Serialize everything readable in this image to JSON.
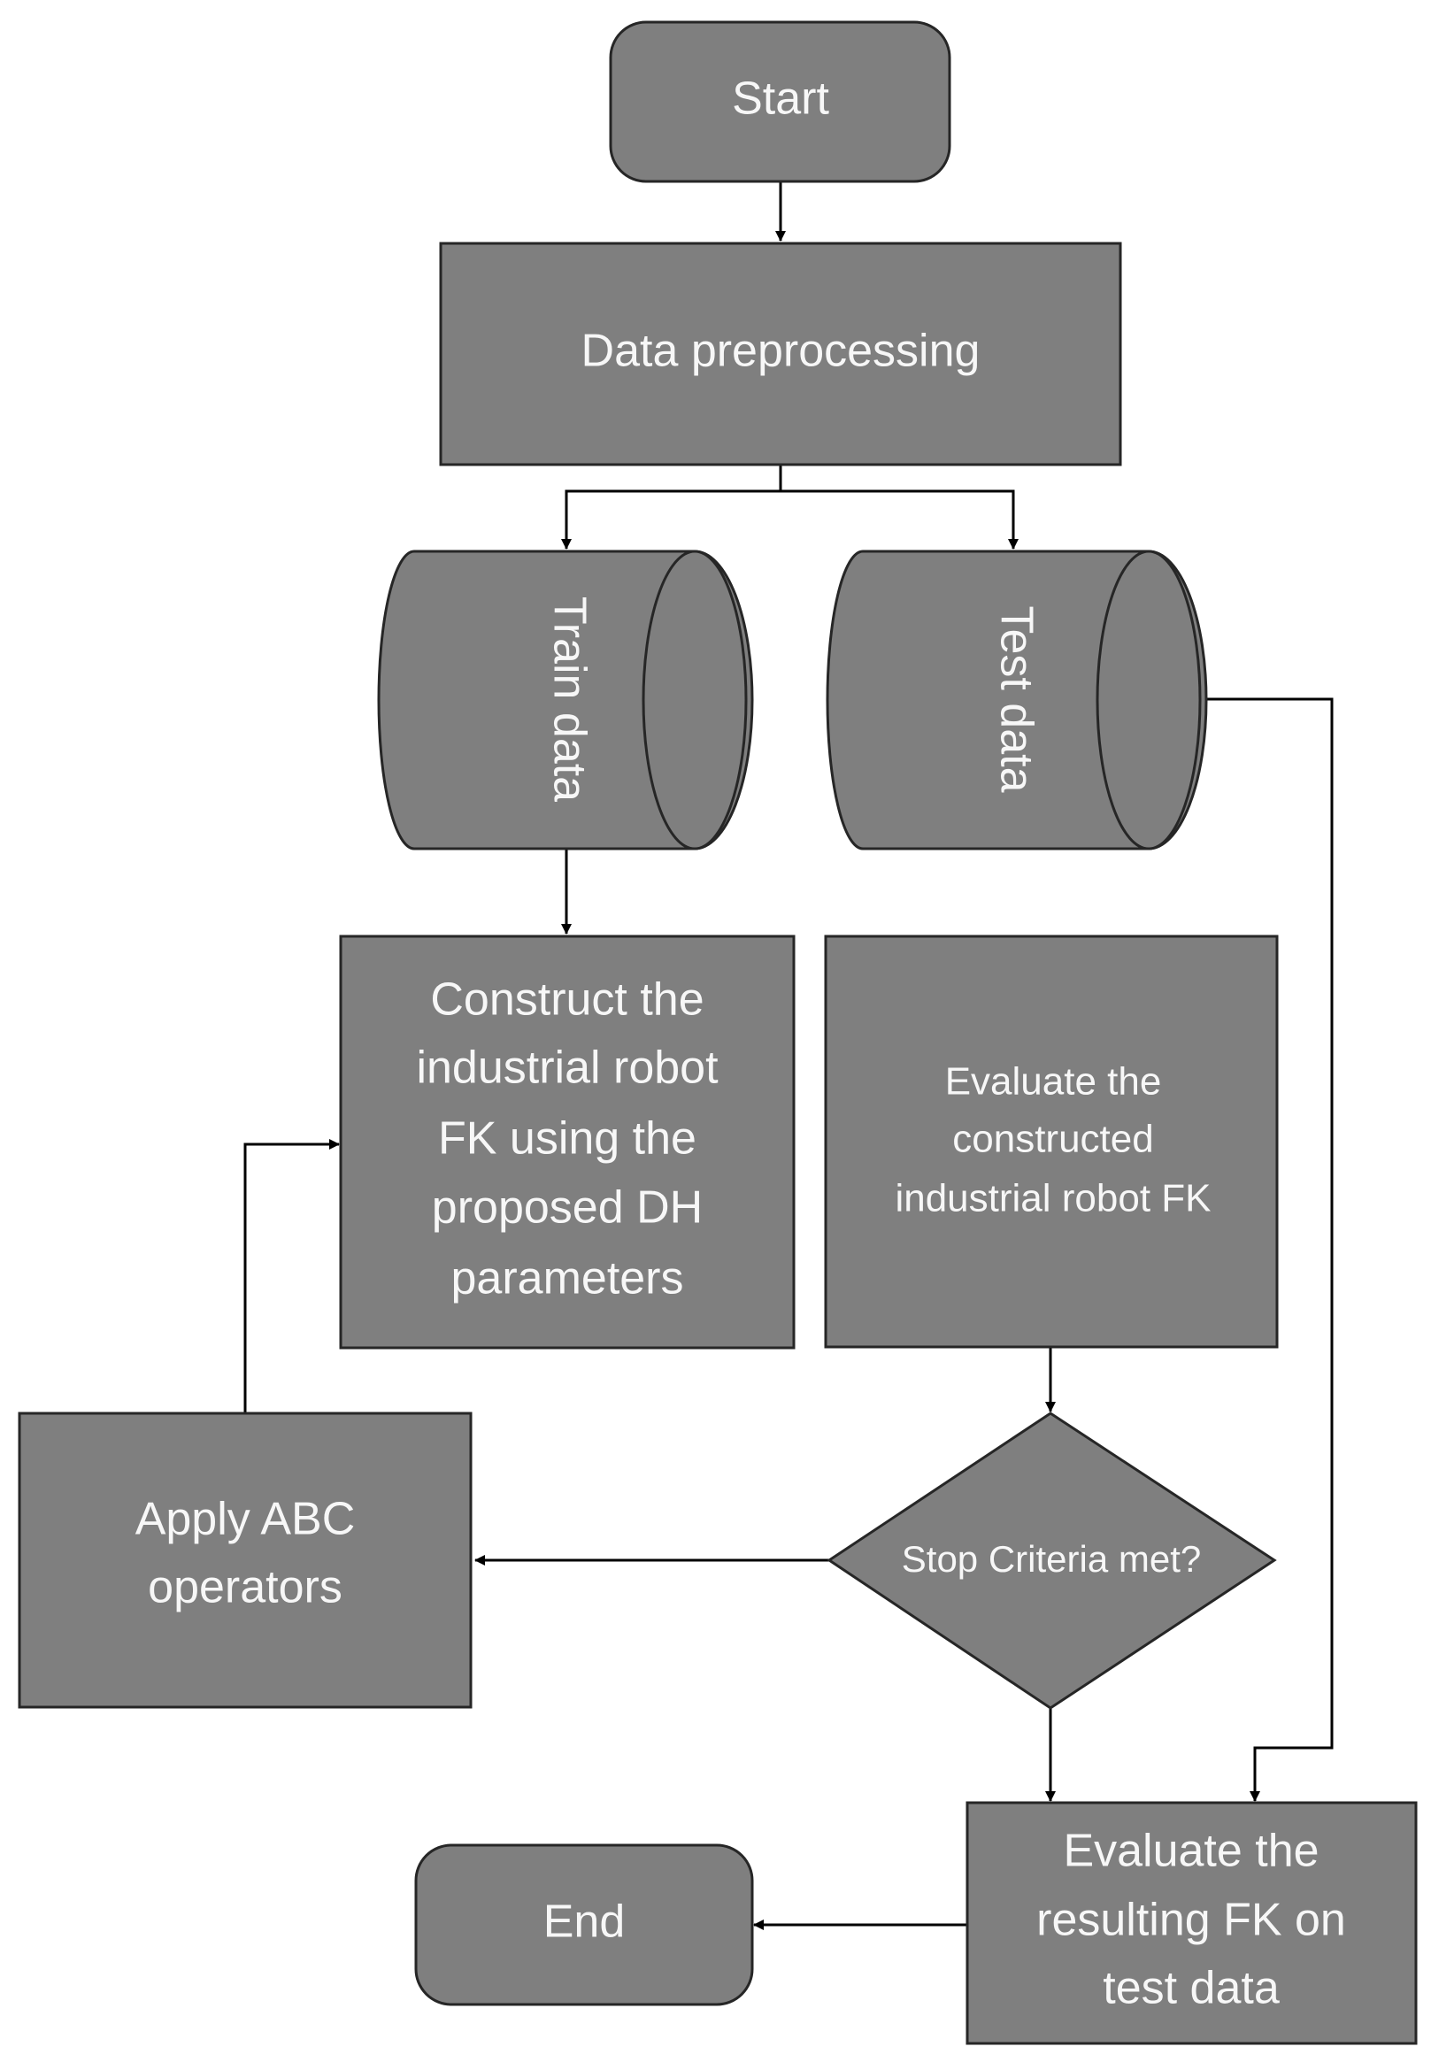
{
  "flowchart": {
    "start": "Start",
    "preprocess": "Data preprocessing",
    "train": "Train data",
    "test": "Test data",
    "construct": [
      "Construct the",
      "industrial robot",
      "FK using the",
      "proposed DH",
      "parameters"
    ],
    "evaluate_constructed": [
      "Evaluate the",
      "constructed",
      "industrial robot FK"
    ],
    "decision": "Stop Criteria met?",
    "apply_abc": [
      "Apply ABC",
      "operators"
    ],
    "evaluate_result": [
      "Evaluate the",
      "resulting FK on",
      "test data"
    ],
    "end": "End"
  }
}
